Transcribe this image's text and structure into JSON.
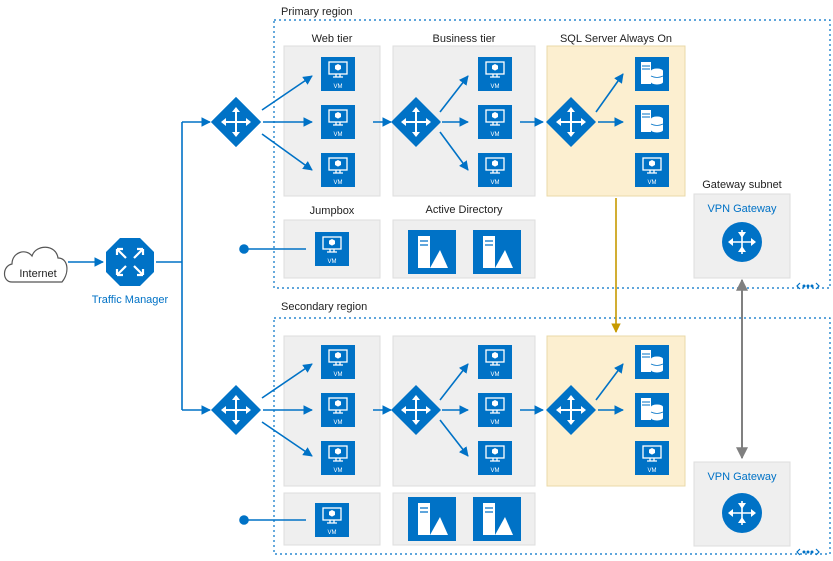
{
  "labels": {
    "internet": "Internet",
    "traffic_manager": "Traffic Manager",
    "primary_region": "Primary region",
    "secondary_region": "Secondary region",
    "web_tier": "Web tier",
    "business_tier": "Business tier",
    "sql_always_on": "SQL Server Always On",
    "jumpbox": "Jumpbox",
    "active_directory": "Active Directory",
    "gateway_subnet": "Gateway subnet",
    "vpn_gateway_primary": "VPN Gateway",
    "vpn_gateway_secondary": "VPN Gateway",
    "vm": "VM"
  },
  "colors": {
    "azure_blue": "#0072c6",
    "tier_box": "#efefef",
    "sql_box": "#fcefd0",
    "replication_arrow": "#c79a00",
    "vpn_link": "#808080"
  },
  "icons": [
    "cloud-icon",
    "traffic-manager-icon",
    "load-balancer-icon",
    "vm-icon",
    "sql-server-icon",
    "active-directory-icon",
    "vpn-gateway-icon"
  ]
}
